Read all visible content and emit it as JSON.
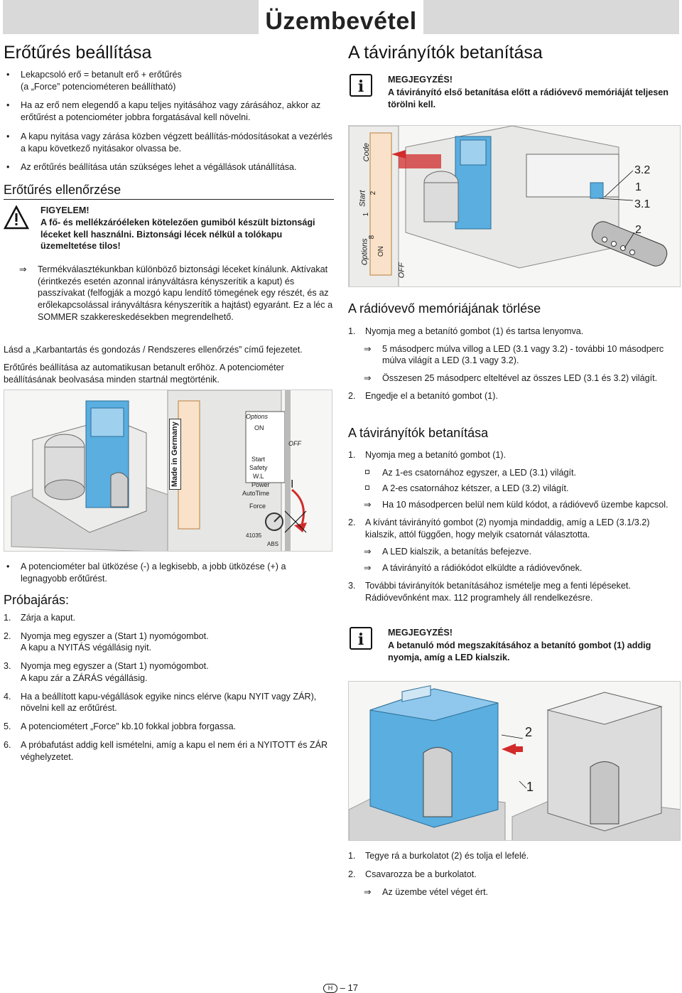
{
  "header": {
    "title": "Üzembevétel"
  },
  "left": {
    "title": "Erőtűrés beállítása",
    "bullets": [
      "Lekapcsoló erő = betanult erő + erőtűrés\n(a „Force” potenciométeren beállítható)",
      "Ha az erő nem elegendő a kapu teljes nyitásához vagy zárásához, akkor az erőtűrést a potenciométer jobbra forgatásával kell növelni.",
      "A kapu nyitása vagy zárása közben végzett beállítás-módosításokat a vezérlés a kapu következő nyitásakor olvassa be.",
      "Az erőtűrés beállítása után szükséges lehet a végállások utánállítása."
    ],
    "check_title": "Erőtűrés ellenőrzése",
    "warning": {
      "label": "FIGYELEM!",
      "text": "A fő- és mellékzáróéleken kötelezően gumiból készült biztonsági léceket kell használni. Biztonsági lécek nélkül a tolókapu üzemeltetése tilos!"
    },
    "info_arrow": "Termékválasztékunkban különböző biztonsági léceket kínálunk. Aktívakat (érintkezés esetén azonnal irányváltásra kényszerítik a kaput) és passzívakat (felfogják a mozgó kapu lendítő tömegének egy részét, és az erőlekapcsolással irányváltásra kényszerítik a hajtást) egyaránt. Ez a léc a SOMMER szakkereskedésekben megrendelhető.",
    "para1": "Lásd a „Karbantartás és gondozás / Rendszeres ellenőrzés” című fejezetet.",
    "para2": "Erőtűrés beállítása az automatikusan betanult erőhöz. A potenciométer beállításának beolvasása minden startnál megtörténik.",
    "illus_labels": {
      "made": "Made in Germany",
      "options": "Options",
      "on": "ON",
      "off": "OFF",
      "start": "Start",
      "safety": "Safety",
      "wl": "W.L",
      "power": "Power",
      "autotime": "AutoTime",
      "force": "Force",
      "code": "41035",
      "abs": "ABS",
      "marker": "I"
    },
    "bullet_after": "A potenciométer bal ütközése (-) a legkisebb, a jobb ütközése (+) a legnagyobb erőtűrést.",
    "test_title": "Próbajárás:",
    "steps": [
      {
        "n": "1.",
        "text": "Zárja a kaput."
      },
      {
        "n": "2.",
        "text": "Nyomja meg egyszer a (Start 1) nyomógombot.\nA kapu a NYITÁS végállásig nyit."
      },
      {
        "n": "3.",
        "text": "Nyomja meg egyszer a (Start 1) nyomógombot.\nA kapu zár a ZÁRÁS végállásig."
      },
      {
        "n": "4.",
        "text": "Ha a beállított kapu-végállások egyike nincs elérve (kapu NYIT vagy ZÁR), növelni kell az erőtűrést."
      },
      {
        "n": "5.",
        "text": "A potenciométert „Force” kb.10 fokkal jobbra forgassa."
      },
      {
        "n": "6.",
        "text": "A próbafutást addig kell ismételni, amíg a kapu el nem éri a NYITOTT és ZÁR véghelyzetet."
      }
    ]
  },
  "right": {
    "title": "A távirányítók betanítása",
    "note1": {
      "label": "MEGJEGYZÉS!",
      "text": "A távirányító első betanítása előtt a rádióvevő memóriáját teljesen törölni kell."
    },
    "illus_labels": {
      "code": "Code",
      "start": "Start",
      "options": "Options",
      "on": "ON",
      "off": "OFF",
      "num2": "2",
      "num1": "1",
      "num8": "8",
      "l32": "3.2",
      "l1": "1",
      "l31": "3.1",
      "l2": "2"
    },
    "erase_title": "A rádióvevő memóriájának törlése",
    "erase_steps": [
      {
        "n": "1.",
        "text": "Nyomja meg a betanító gombot (1) és tartsa lenyomva."
      },
      {
        "arrow": "5 másodperc múlva villog a LED (3.1 vagy 3.2) - további 10 másodperc múlva világít a LED (3.1 vagy 3.2)."
      },
      {
        "arrow": "Összesen 25 másodperc elteltével az összes LED (3.1 és 3.2) világít."
      },
      {
        "n": "2.",
        "text": "Engedje el a betanító gombot (1)."
      }
    ],
    "teach_title": "A távirányítók betanítása",
    "teach_step1": "Nyomja meg a betanító gombot (1).",
    "teach_sq1": "Az 1-es csatornához egyszer, a LED (3.1) világít.",
    "teach_sq2": "A 2-es csatornához kétszer, a LED (3.2) világít.",
    "teach_arrow1": "Ha 10 másodpercen belül nem küld kódot, a rádióvevő üzembe kapcsol.",
    "teach_step2": "A kívánt távirányító gombot (2) nyomja mindaddig, amíg a LED (3.1/3.2) kialszik, attól függően, hogy melyik csatornát választotta.",
    "teach_arrow2": "A LED kialszik, a betanítás befejezve.",
    "teach_arrow3": "A távirányító a rádiókódot elküldte a rádióvevőnek.",
    "teach_step3": "További távirányítók betanításához ismételje meg a fenti lépéseket. Rádióvevőnként max. 112 programhely áll rendelkezésre.",
    "note2": {
      "label": "MEGJEGYZÉS!",
      "text": "A betanuló mód megszakításához a betanító gombot (1) addig nyomja, amíg a LED kialszik."
    },
    "cover_labels": {
      "two": "2",
      "one": "1"
    },
    "final_steps": [
      {
        "n": "1.",
        "text": "Tegye rá a burkolatot (2) és tolja el lefelé."
      },
      {
        "n": "2.",
        "text": "Csavarozza be a burkolatot."
      }
    ],
    "final_arrow": "Az üzembe vétel véget ért."
  },
  "footer": {
    "lang": "H",
    "page": "17"
  },
  "colors": {
    "accent_blue": "#4aa3d8",
    "grey_bar": "#d9d9d9",
    "red": "#d12b2b"
  }
}
